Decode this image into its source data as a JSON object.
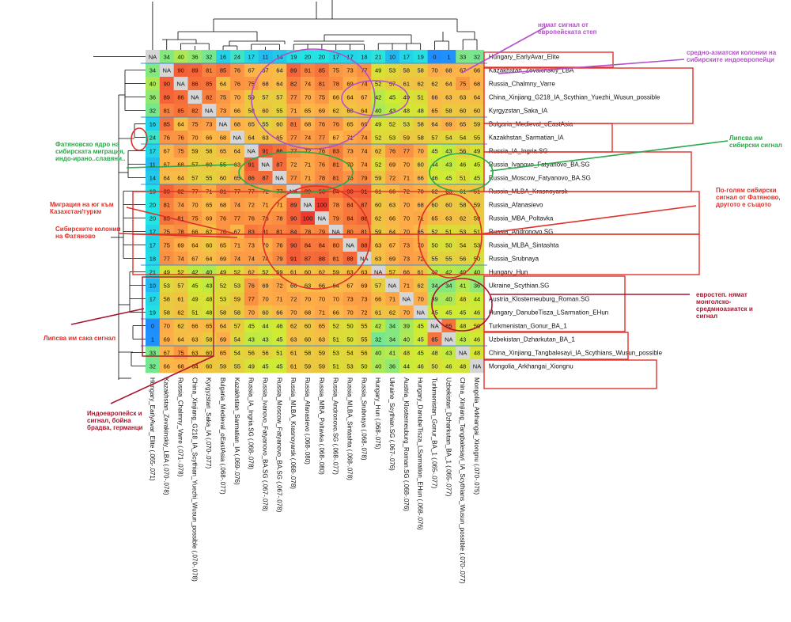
{
  "chart_data": {
    "type": "heatmap",
    "title": "",
    "rows": [
      "Hungary_EarlyAvar_Elite",
      "Kazakhstan_Zevakinskiy_LBA",
      "Russia_Chalmny_Varre",
      "China_Xinjiang_G218_IA_Scythian_Yuezhi_Wusun_possible",
      "Kyrgyzstan_Saka_IA",
      "Bulgaria_Medieval_oEastAsia",
      "Kazakhstan_Sarmatian_IA",
      "Russia_IA_Ingria.SG",
      "Russia_Ivanovo_Fatyanovo_BA.SG",
      "Russia_Moscow_Fatyanovo_BA.SG",
      "Russia_MLBA_Krasnoyarsk",
      "Russia_Afanasievo",
      "Russia_MBA_Poltavka",
      "Russia_Andronovo.SG",
      "Russia_MLBA_Sintashta",
      "Russia_Srubnaya",
      "Hungary_Hun",
      "Ukraine_Scythian.SG",
      "Austria_Klosterneuburg_Roman.SG",
      "Hungary_DanubeTisza_LSarmation_EHun",
      "Turkmenistan_Gonur_BA_1",
      "Uzbekistan_Dzharkutan_BA_1",
      "China_Xinjiang_Tangbalesayi_IA_Scythians_Wusun_possible",
      "Mongolia_Arkhangai_Xiongnu"
    ],
    "columns": [
      "Hungary_EarlyAvar_Elite (.065-.071)",
      "Kazakhstan_Zevakinskiy_LBA (.070-.078)",
      "Russia_Chalmny_Varre (.071-.078)",
      "China_Xinjiang_G218_IA_Scythian_Yuezhi_Wusun_possible (.070-.078)",
      "Kyrgyzstan_Saka_IA (.070-.077)",
      "Bulgaria_Medieval_oEastAsia (.068-.077)",
      "Kazakhstan_Sarmatian_IA (.069-.076)",
      "Russia_IA_Ingria.SG (.068-.078)",
      "Russia_Ivanovo_Fatyanovo_BA.SG (.067-.078)",
      "Russia_Moscow_Fatyanovo_BA.SG (.067-.078)",
      "Russia_MLBA_Krasnoyarsk (.068-.078)",
      "Russia_Afanasievo (.068-.080)",
      "Russia_MBA_Poltavka (.068-.080)",
      "Russia_Andronovo.SG (.068-.077)",
      "Russia_MLBA_Sintashta (.068-.078)",
      "Russia_Srubnaya (.068-.078)",
      "Hungary_Hun (.068-.075)",
      "Ukraine_Scythian.SG (.067-.076)",
      "Austria_Klosterneuburg_Roman.SG (.068-.076)",
      "Hungary_DanubeTisza_LSarmation_EHun (.068-.076)",
      "Turkmenistan_Gonur_BA_1 (.065-.077)",
      "Uzbekistan_Dzharkutan_BA_1 (.065-.077)",
      "China_Xinjiang_Tangbalesayi_IA_Scythians_Wusun_possible (.070-.077)",
      "Mongolia_Arkhangai_Xiongnu (.070-.075)"
    ],
    "values": [
      [
        "NA",
        34,
        40,
        36,
        32,
        16,
        24,
        17,
        11,
        14,
        19,
        20,
        20,
        17,
        17,
        18,
        21,
        10,
        17,
        19,
        0,
        1,
        33,
        32
      ],
      [
        34,
        "NA",
        90,
        89,
        81,
        85,
        76,
        67,
        67,
        64,
        89,
        81,
        85,
        75,
        73,
        77,
        49,
        53,
        58,
        58,
        70,
        68,
        67,
        66
      ],
      [
        40,
        90,
        "NA",
        86,
        85,
        64,
        76,
        75,
        68,
        64,
        82,
        74,
        81,
        78,
        69,
        74,
        52,
        57,
        61,
        62,
        62,
        64,
        75,
        68
      ],
      [
        36,
        89,
        86,
        "NA",
        82,
        75,
        70,
        59,
        57,
        57,
        77,
        70,
        75,
        66,
        64,
        67,
        42,
        45,
        49,
        51,
        66,
        63,
        63,
        64
      ],
      [
        32,
        81,
        85,
        82,
        "NA",
        73,
        66,
        58,
        60,
        55,
        71,
        65,
        69,
        62,
        60,
        64,
        40,
        43,
        48,
        48,
        65,
        58,
        60,
        60
      ],
      [
        16,
        85,
        64,
        75,
        73,
        "NA",
        68,
        65,
        55,
        60,
        81,
        68,
        76,
        76,
        65,
        69,
        49,
        52,
        53,
        58,
        64,
        69,
        65,
        59
      ],
      [
        24,
        76,
        76,
        70,
        66,
        68,
        "NA",
        64,
        63,
        65,
        77,
        74,
        77,
        67,
        71,
        74,
        52,
        53,
        59,
        58,
        57,
        54,
        54,
        55
      ],
      [
        17,
        67,
        75,
        59,
        58,
        65,
        64,
        "NA",
        91,
        86,
        77,
        72,
        76,
        83,
        73,
        74,
        62,
        76,
        77,
        70,
        45,
        43,
        56,
        49
      ],
      [
        11,
        67,
        68,
        57,
        60,
        55,
        63,
        91,
        "NA",
        87,
        72,
        71,
        76,
        81,
        70,
        74,
        52,
        69,
        70,
        60,
        44,
        43,
        46,
        45
      ],
      [
        14,
        64,
        64,
        57,
        55,
        60,
        65,
        86,
        87,
        "NA",
        77,
        71,
        78,
        81,
        76,
        79,
        59,
        72,
        71,
        66,
        46,
        45,
        51,
        45
      ],
      [
        19,
        89,
        82,
        77,
        71,
        81,
        77,
        77,
        72,
        77,
        "NA",
        89,
        90,
        84,
        90,
        91,
        61,
        66,
        72,
        70,
        62,
        63,
        61,
        61
      ],
      [
        20,
        81,
        74,
        70,
        65,
        68,
        74,
        72,
        71,
        71,
        89,
        "NA",
        100,
        78,
        84,
        87,
        60,
        63,
        70,
        68,
        60,
        60,
        58,
        59
      ],
      [
        20,
        85,
        81,
        75,
        69,
        76,
        77,
        76,
        76,
        78,
        90,
        100,
        "NA",
        79,
        84,
        88,
        62,
        66,
        70,
        71,
        65,
        63,
        62,
        59
      ],
      [
        17,
        75,
        78,
        66,
        62,
        76,
        67,
        83,
        81,
        81,
        84,
        78,
        79,
        "NA",
        80,
        81,
        59,
        64,
        70,
        65,
        52,
        51,
        53,
        51
      ],
      [
        17,
        75,
        69,
        64,
        60,
        65,
        71,
        73,
        70,
        76,
        90,
        84,
        84,
        80,
        "NA",
        88,
        63,
        67,
        73,
        70,
        50,
        50,
        54,
        53
      ],
      [
        18,
        77,
        74,
        67,
        64,
        69,
        74,
        74,
        74,
        79,
        91,
        87,
        88,
        81,
        88,
        "NA",
        63,
        69,
        73,
        72,
        55,
        55,
        56,
        50
      ],
      [
        21,
        49,
        52,
        42,
        40,
        49,
        52,
        62,
        52,
        59,
        61,
        60,
        62,
        59,
        63,
        63,
        "NA",
        57,
        66,
        61,
        42,
        42,
        40,
        40
      ],
      [
        10,
        53,
        57,
        45,
        43,
        52,
        53,
        76,
        69,
        72,
        66,
        63,
        66,
        64,
        67,
        69,
        57,
        "NA",
        71,
        62,
        34,
        34,
        41,
        36
      ],
      [
        17,
        58,
        61,
        49,
        48,
        53,
        59,
        77,
        70,
        71,
        72,
        70,
        70,
        70,
        73,
        73,
        66,
        71,
        "NA",
        70,
        39,
        40,
        48,
        44
      ],
      [
        19,
        58,
        62,
        51,
        48,
        58,
        58,
        70,
        60,
        66,
        70,
        68,
        71,
        66,
        70,
        72,
        61,
        62,
        70,
        "NA",
        45,
        45,
        45,
        46
      ],
      [
        0,
        70,
        62,
        66,
        65,
        64,
        57,
        45,
        44,
        46,
        62,
        60,
        65,
        52,
        50,
        55,
        42,
        34,
        39,
        45,
        "NA",
        85,
        48,
        50
      ],
      [
        1,
        69,
        64,
        63,
        58,
        69,
        54,
        43,
        43,
        45,
        63,
        60,
        63,
        51,
        50,
        55,
        32,
        34,
        40,
        45,
        85,
        "NA",
        43,
        46
      ],
      [
        33,
        67,
        75,
        63,
        60,
        65,
        54,
        56,
        56,
        51,
        61,
        58,
        59,
        53,
        54,
        56,
        40,
        41,
        48,
        45,
        48,
        43,
        "NA",
        48
      ],
      [
        32,
        66,
        68,
        64,
        60,
        59,
        55,
        49,
        45,
        45,
        61,
        59,
        59,
        51,
        53,
        50,
        40,
        36,
        44,
        46,
        50,
        46,
        48,
        "NA"
      ]
    ],
    "color_scale": {
      "low": "#1f8dff",
      "mid_low": "#24e3e3",
      "mid": "#cfeb33",
      "mid_high": "#ffb24a",
      "high": "#ee3b2e",
      "na": "#d6d6d6"
    },
    "annotations": [
      "нямат сигнал от европейската степ",
      "средно-азиатски колонии на сибирските индоевропейци",
      "Липсва им сибирски сигнал",
      "Фатяновско ядро на сибирската миграция, индо-ирано..славяни..",
      "Миграция на юг към Казахстан/туркм",
      "Сибирските колонии на Фатяново",
      "По-голям сибирски сигнал от Фатяново, другото е същото",
      "евростеп. нямат монголско-средмноазиатск и сигнал",
      "Липсва им сака сигнал",
      "Индоевропейск и сигнал, бойна брадва, германци"
    ]
  }
}
